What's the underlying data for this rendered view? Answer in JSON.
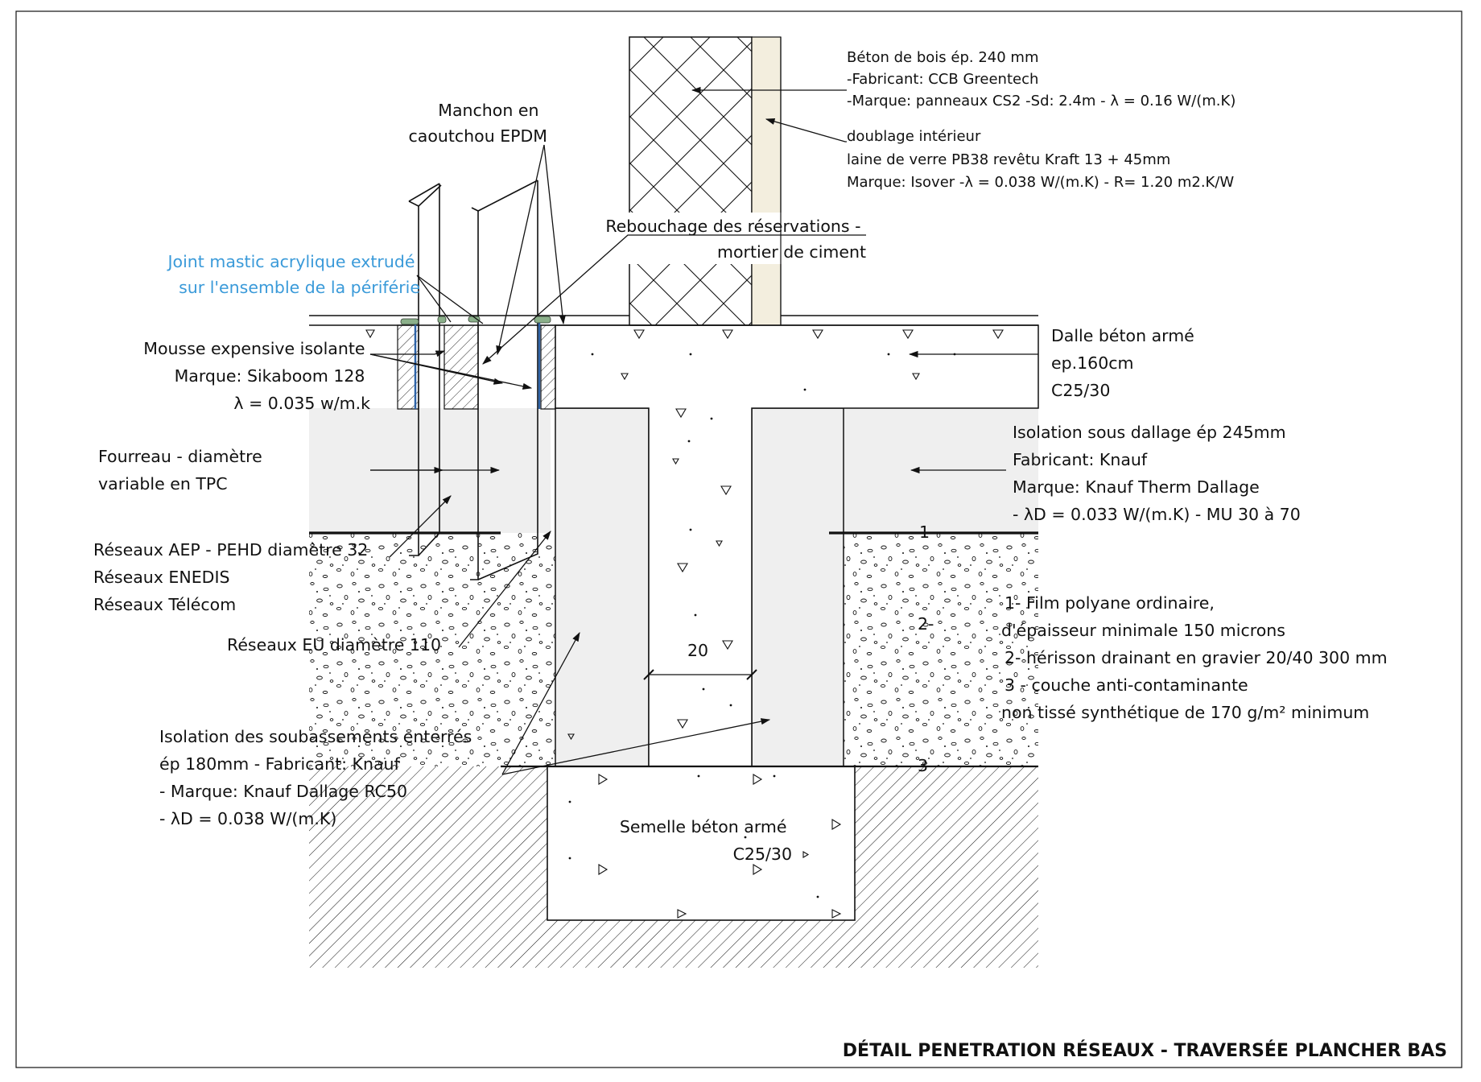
{
  "title": "DÉTAIL PENETRATION RÉSEAUX - TRAVERSÉE PLANCHER BAS",
  "labels": {
    "wood_concrete": [
      "Béton de bois ép. 240 mm",
      "-Fabricant: CCB Greentech",
      "-Marque: panneaux CS2 -Sd: 2.4m - λ = 0.16 W/(m.K)"
    ],
    "lining": [
      "doublage intérieur",
      "laine de verre PB38 revêtu Kraft 13 + 45mm",
      "Marque: Isover -λ = 0.038 W/(m.K) - R= 1.20 m2.K/W"
    ],
    "sleeve": [
      "Manchon en",
      "caoutchou EPDM"
    ],
    "filling": [
      "Rebouchage des réservations -",
      "mortier de ciment"
    ],
    "joint": [
      "Joint mastic acrylique extrudé",
      "sur l'ensemble de la périférie"
    ],
    "foam": [
      "Mousse expensive isolante",
      "Marque: Sikaboom 128",
      "λ = 0.035 w/m.k"
    ],
    "slab": [
      "Dalle béton armé",
      "ep.160cm",
      "C25/30"
    ],
    "sub_slab_insulation": [
      "Isolation sous dallage ép 245mm",
      "Fabricant: Knauf",
      "Marque: Knauf Therm Dallage",
      "- λD = 0.033 W/(m.K) - MU 30 à 70"
    ],
    "duct": [
      "Fourreau - diamètre",
      "variable en TPC"
    ],
    "networks": [
      "Réseaux AEP - PEHD diamètre 32",
      "Réseaux ENEDIS",
      "Réseaux Télécom"
    ],
    "eu_network": "Réseaux EU diamètre 110",
    "layers_legend": [
      "1- Film polyane ordinaire,",
      "d'épaisseur minimale 150 microns",
      "2- hérisson drainant en gravier 20/40 300 mm",
      "3 - couche anti-contaminante",
      "non tissé synthétique de 170 g/m² minimum"
    ],
    "base_insulation": [
      "Isolation des soubassements enterrés",
      "ép 180mm - Fabricant: Knauf",
      "- Marque: Knauf Dallage RC50",
      "- λD = 0.038 W/(m.K)"
    ],
    "footing": [
      "Semelle béton armé",
      "C25/30"
    ],
    "marker_1": "1-",
    "marker_2": "2-",
    "marker_3": "3-",
    "dimension_20": "20"
  },
  "colors": {
    "line": "#111111",
    "insulation_fill": "#efefef",
    "joint_blue": "#3a9ad9",
    "lining_fill": "#f3eede",
    "mastic_green": "#8bb08a",
    "membrane_blue": "#2f64a8"
  }
}
